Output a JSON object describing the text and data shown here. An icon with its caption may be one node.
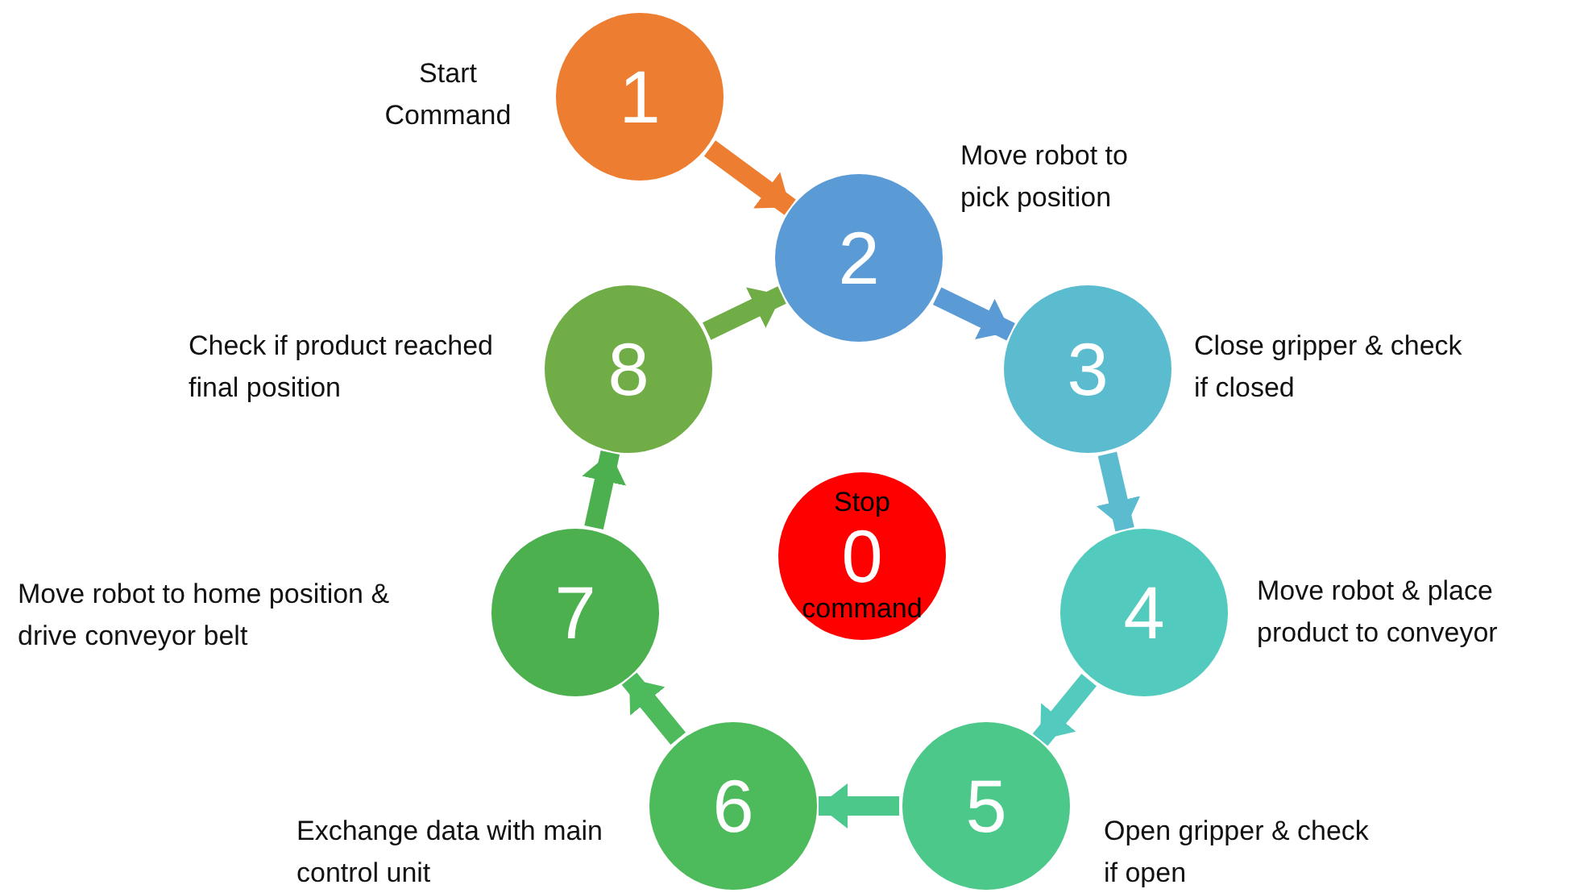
{
  "diagram": {
    "nodes": [
      {
        "text": [
          "Stop",
          "0",
          "command"
        ]
      },
      {
        "text": [
          "1"
        ],
        "beside": [
          "Start Command"
        ]
      },
      {
        "text": [
          "2"
        ],
        "beside": [
          "Move robot to pick position"
        ]
      },
      {
        "text": [
          "3"
        ],
        "beside": [
          "Close gripper & check if closed"
        ]
      },
      {
        "text": [
          "4"
        ],
        "beside": [
          "Move robot & place product to conveyor"
        ]
      },
      {
        "text": [
          "5"
        ],
        "beside": [
          "Open gripper & check if open"
        ]
      },
      {
        "text": [
          "6"
        ],
        "beside": [
          "Exchange data with main control unit"
        ]
      },
      {
        "text": [
          "7"
        ],
        "beside": [
          "Move robot to home position & drive conveyor belt"
        ]
      },
      {
        "text": [
          "8"
        ],
        "beside": [
          "Check if product reached final position"
        ]
      }
    ],
    "edges": [
      {
        "from": 1,
        "to": 2,
        "arrow": "to",
        "color": "#ed7d31"
      },
      {
        "from": 2,
        "to": 3,
        "arrow": "to",
        "color": "#5b9bd5"
      },
      {
        "from": 3,
        "to": 4,
        "arrow": "to",
        "color": "#5bbcd0"
      },
      {
        "from": 4,
        "to": 5,
        "arrow": "to",
        "color": "#52cbbe"
      },
      {
        "from": 5,
        "to": 6,
        "arrow": "to",
        "color": "#4cc98a"
      },
      {
        "from": 6,
        "to": 7,
        "arrow": "to",
        "color": "#4dbb5c"
      },
      {
        "from": 7,
        "to": 8,
        "arrow": "to",
        "color": "#4cb04f"
      },
      {
        "from": 8,
        "to": 2,
        "arrow": "to",
        "color": "#70ad47"
      }
    ]
  }
}
